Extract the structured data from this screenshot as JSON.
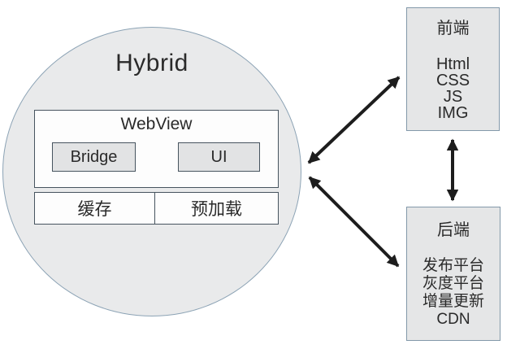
{
  "colors": {
    "circle_fill": "#e9eaeb",
    "circle_stroke": "#8ca3b5",
    "panel_fill": "#e5e6e7",
    "panel_stroke": "#8399aa",
    "inner_fill": "#fdfdfd",
    "inner_stroke": "#47545f",
    "subbox_fill": "#e2e3e4",
    "arrow_color": "#1d1d1d",
    "text_color": "#2a2a2a"
  },
  "hybrid": {
    "title": "Hybrid",
    "webview": {
      "title": "WebView",
      "bridge_label": "Bridge",
      "ui_label": "UI"
    },
    "cache_label": "缓存",
    "preload_label": "预加载"
  },
  "frontend": {
    "title": "前端",
    "items": [
      "Html",
      "CSS",
      "JS",
      "IMG"
    ]
  },
  "backend": {
    "title": "后端",
    "items": [
      "发布平台",
      "灰度平台",
      "增量更新",
      "CDN"
    ]
  }
}
